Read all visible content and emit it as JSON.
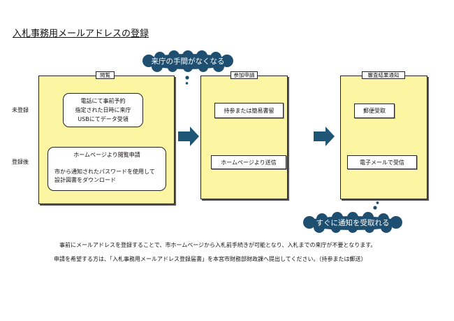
{
  "title": "入札事務用メールアドレスの登録",
  "rows": {
    "unregistered": "未登録",
    "registered": "登録後"
  },
  "stages": {
    "browse": {
      "label": "閲覧",
      "unregistered_lines": [
        "電話にて事前予約",
        "指定された日時に来庁",
        "USBにてデータ受領"
      ],
      "registered_heading": "ホームページより閲覧申請",
      "registered_lines": [
        "市から通知されたパスワードを使用して",
        "設計図書をダウンロード"
      ]
    },
    "apply": {
      "label": "参加申請",
      "unregistered": "持参または簡易書留",
      "registered": "ホームページより送信"
    },
    "result": {
      "label": "審査結果通知",
      "unregistered": "郵便受取",
      "registered": "電子メールで受信"
    }
  },
  "callouts": {
    "no_visit": "来庁の手間がなくなる",
    "instant_notice": "すぐに通知を受取れる"
  },
  "notes": [
    "事前にメールアドレスを登録することで、市ホームページから入札前手続きが可能となり、入札までの来庁が不要となります。",
    "申請を希望する方は、「入札事務用メールアドレス登録届書」を本宮市財務部財政課へ提出してください。（持参または郵送）"
  ],
  "colors": {
    "stage_fill": "#fcf6a2",
    "callout_fill": "#1f4f70",
    "arrow_fill": "#1f5676"
  }
}
